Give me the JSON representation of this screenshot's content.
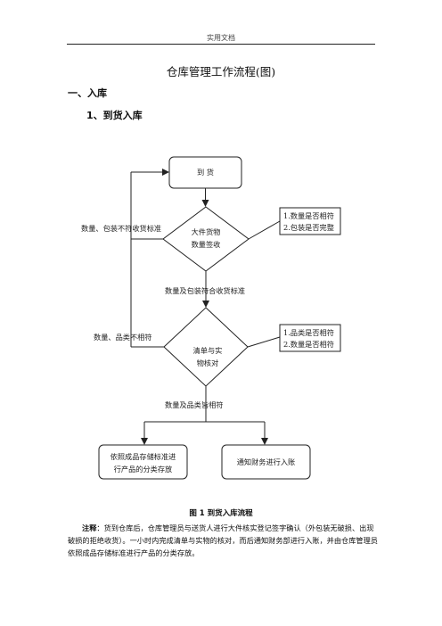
{
  "header": {
    "text": "实用文档"
  },
  "document": {
    "title": "仓库管理工作流程(图)",
    "section_heading": "一、入库",
    "sub_heading": "1、到货入库"
  },
  "flowchart": {
    "arrival": "到 货",
    "diamond1": [
      "大件货物",
      "数量签收"
    ],
    "note1": [
      "1.数量是否相符",
      "2.包装是否完整"
    ],
    "reject1": "数量、包装不符收货标准",
    "pass1": "数量及包装符合收货标准",
    "diamond2": [
      "清单与实",
      "物核对"
    ],
    "note2": [
      "1.品类是否相符",
      "2.数量是否相符"
    ],
    "reject2": "数量、品类不相符",
    "pass2": "数量及品类皆相符",
    "box_storage": [
      "依照成品存储标准进",
      "行产品的分类存放"
    ],
    "box_finance": "通知财务进行入账"
  },
  "caption": "图 1  到货入库流程",
  "note": {
    "label": "注释",
    "text": "：货到仓库后，仓库管理员与送货人进行大件核实登记签字确认（外包装无破损、出现破损的拒绝收货）。一小时内完成清单与实物的核对，而后通知财务部进行入账，并由仓库管理员依照成品存储标准进行产品的分类存放。"
  }
}
